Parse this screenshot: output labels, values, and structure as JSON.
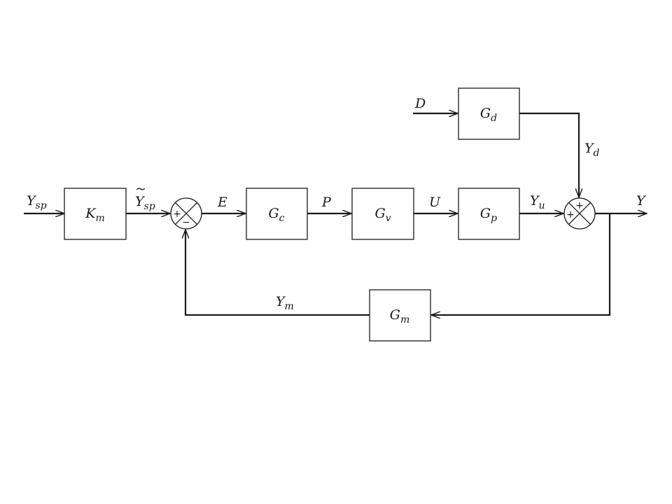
{
  "blocks": {
    "km": {
      "main": "K",
      "sub": "m"
    },
    "gc": {
      "main": "G",
      "sub": "c"
    },
    "gv": {
      "main": "G",
      "sub": "v"
    },
    "gp": {
      "main": "G",
      "sub": "p"
    },
    "gd": {
      "main": "G",
      "sub": "d"
    },
    "gm": {
      "main": "G",
      "sub": "m"
    }
  },
  "signals": {
    "ysp": {
      "main": "Y",
      "sub": "sp"
    },
    "ysp_tilde": {
      "main": "Y",
      "sub": "sp",
      "accent": "~"
    },
    "e": "E",
    "p": "P",
    "u": "U",
    "yu": {
      "main": "Y",
      "sub": "u"
    },
    "y": "Y",
    "d": "D",
    "yd": {
      "main": "Y",
      "sub": "d"
    },
    "ym": {
      "main": "Y",
      "sub": "m"
    }
  },
  "junctions": {
    "sum1": {
      "left_sign": "+",
      "bottom_sign": "−"
    },
    "sum2": {
      "top_sign": "+",
      "left_sign": "+"
    }
  }
}
